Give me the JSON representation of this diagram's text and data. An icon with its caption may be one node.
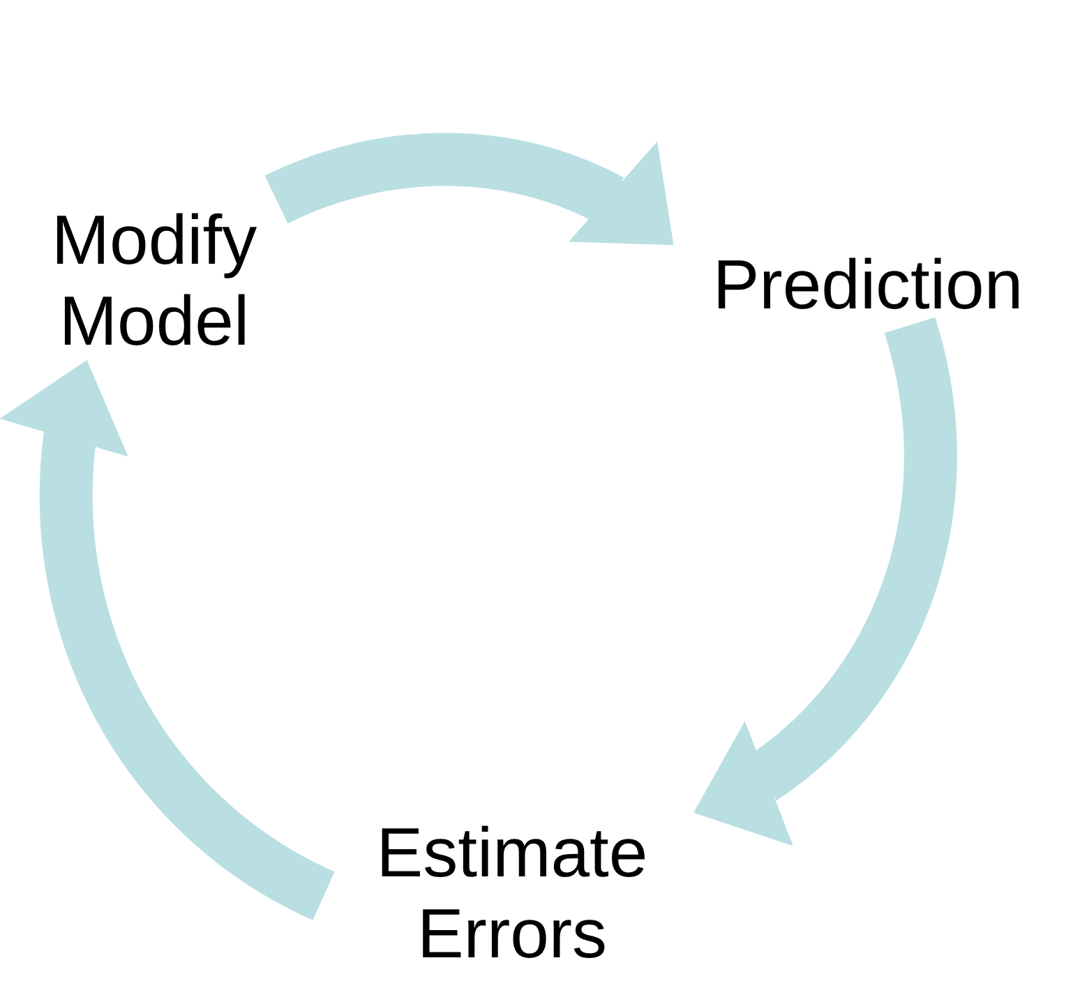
{
  "diagram": {
    "nodes": [
      {
        "text": [
          "Modify Model"
        ]
      },
      {
        "text": [
          "Prediction"
        ]
      },
      {
        "text": [
          "Estimate Errors"
        ]
      }
    ],
    "edges": [
      {
        "from": 0,
        "to": 1,
        "arrow": "to"
      },
      {
        "from": 1,
        "to": 2,
        "arrow": "to"
      },
      {
        "from": 2,
        "to": 0,
        "arrow": "to"
      }
    ]
  }
}
